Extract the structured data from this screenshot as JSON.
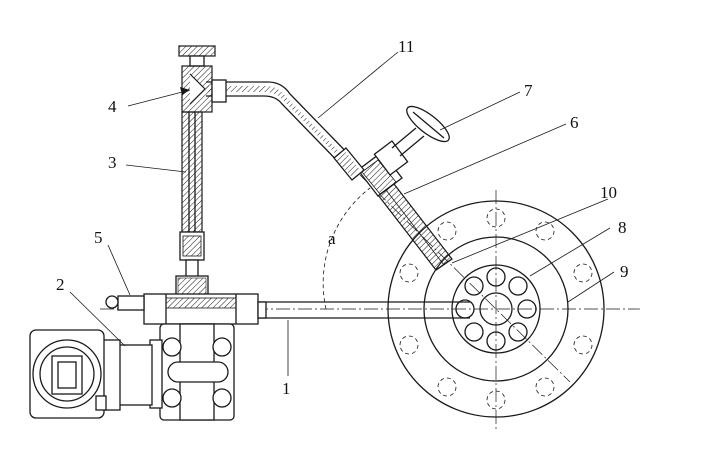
{
  "labels": {
    "part_1": "1",
    "part_2": "2",
    "part_3": "3",
    "part_4": "4",
    "part_5": "5",
    "part_6": "6",
    "part_7": "7",
    "part_8": "8",
    "part_9": "9",
    "part_10": "10",
    "part_11": "11",
    "angle_a": "a"
  }
}
